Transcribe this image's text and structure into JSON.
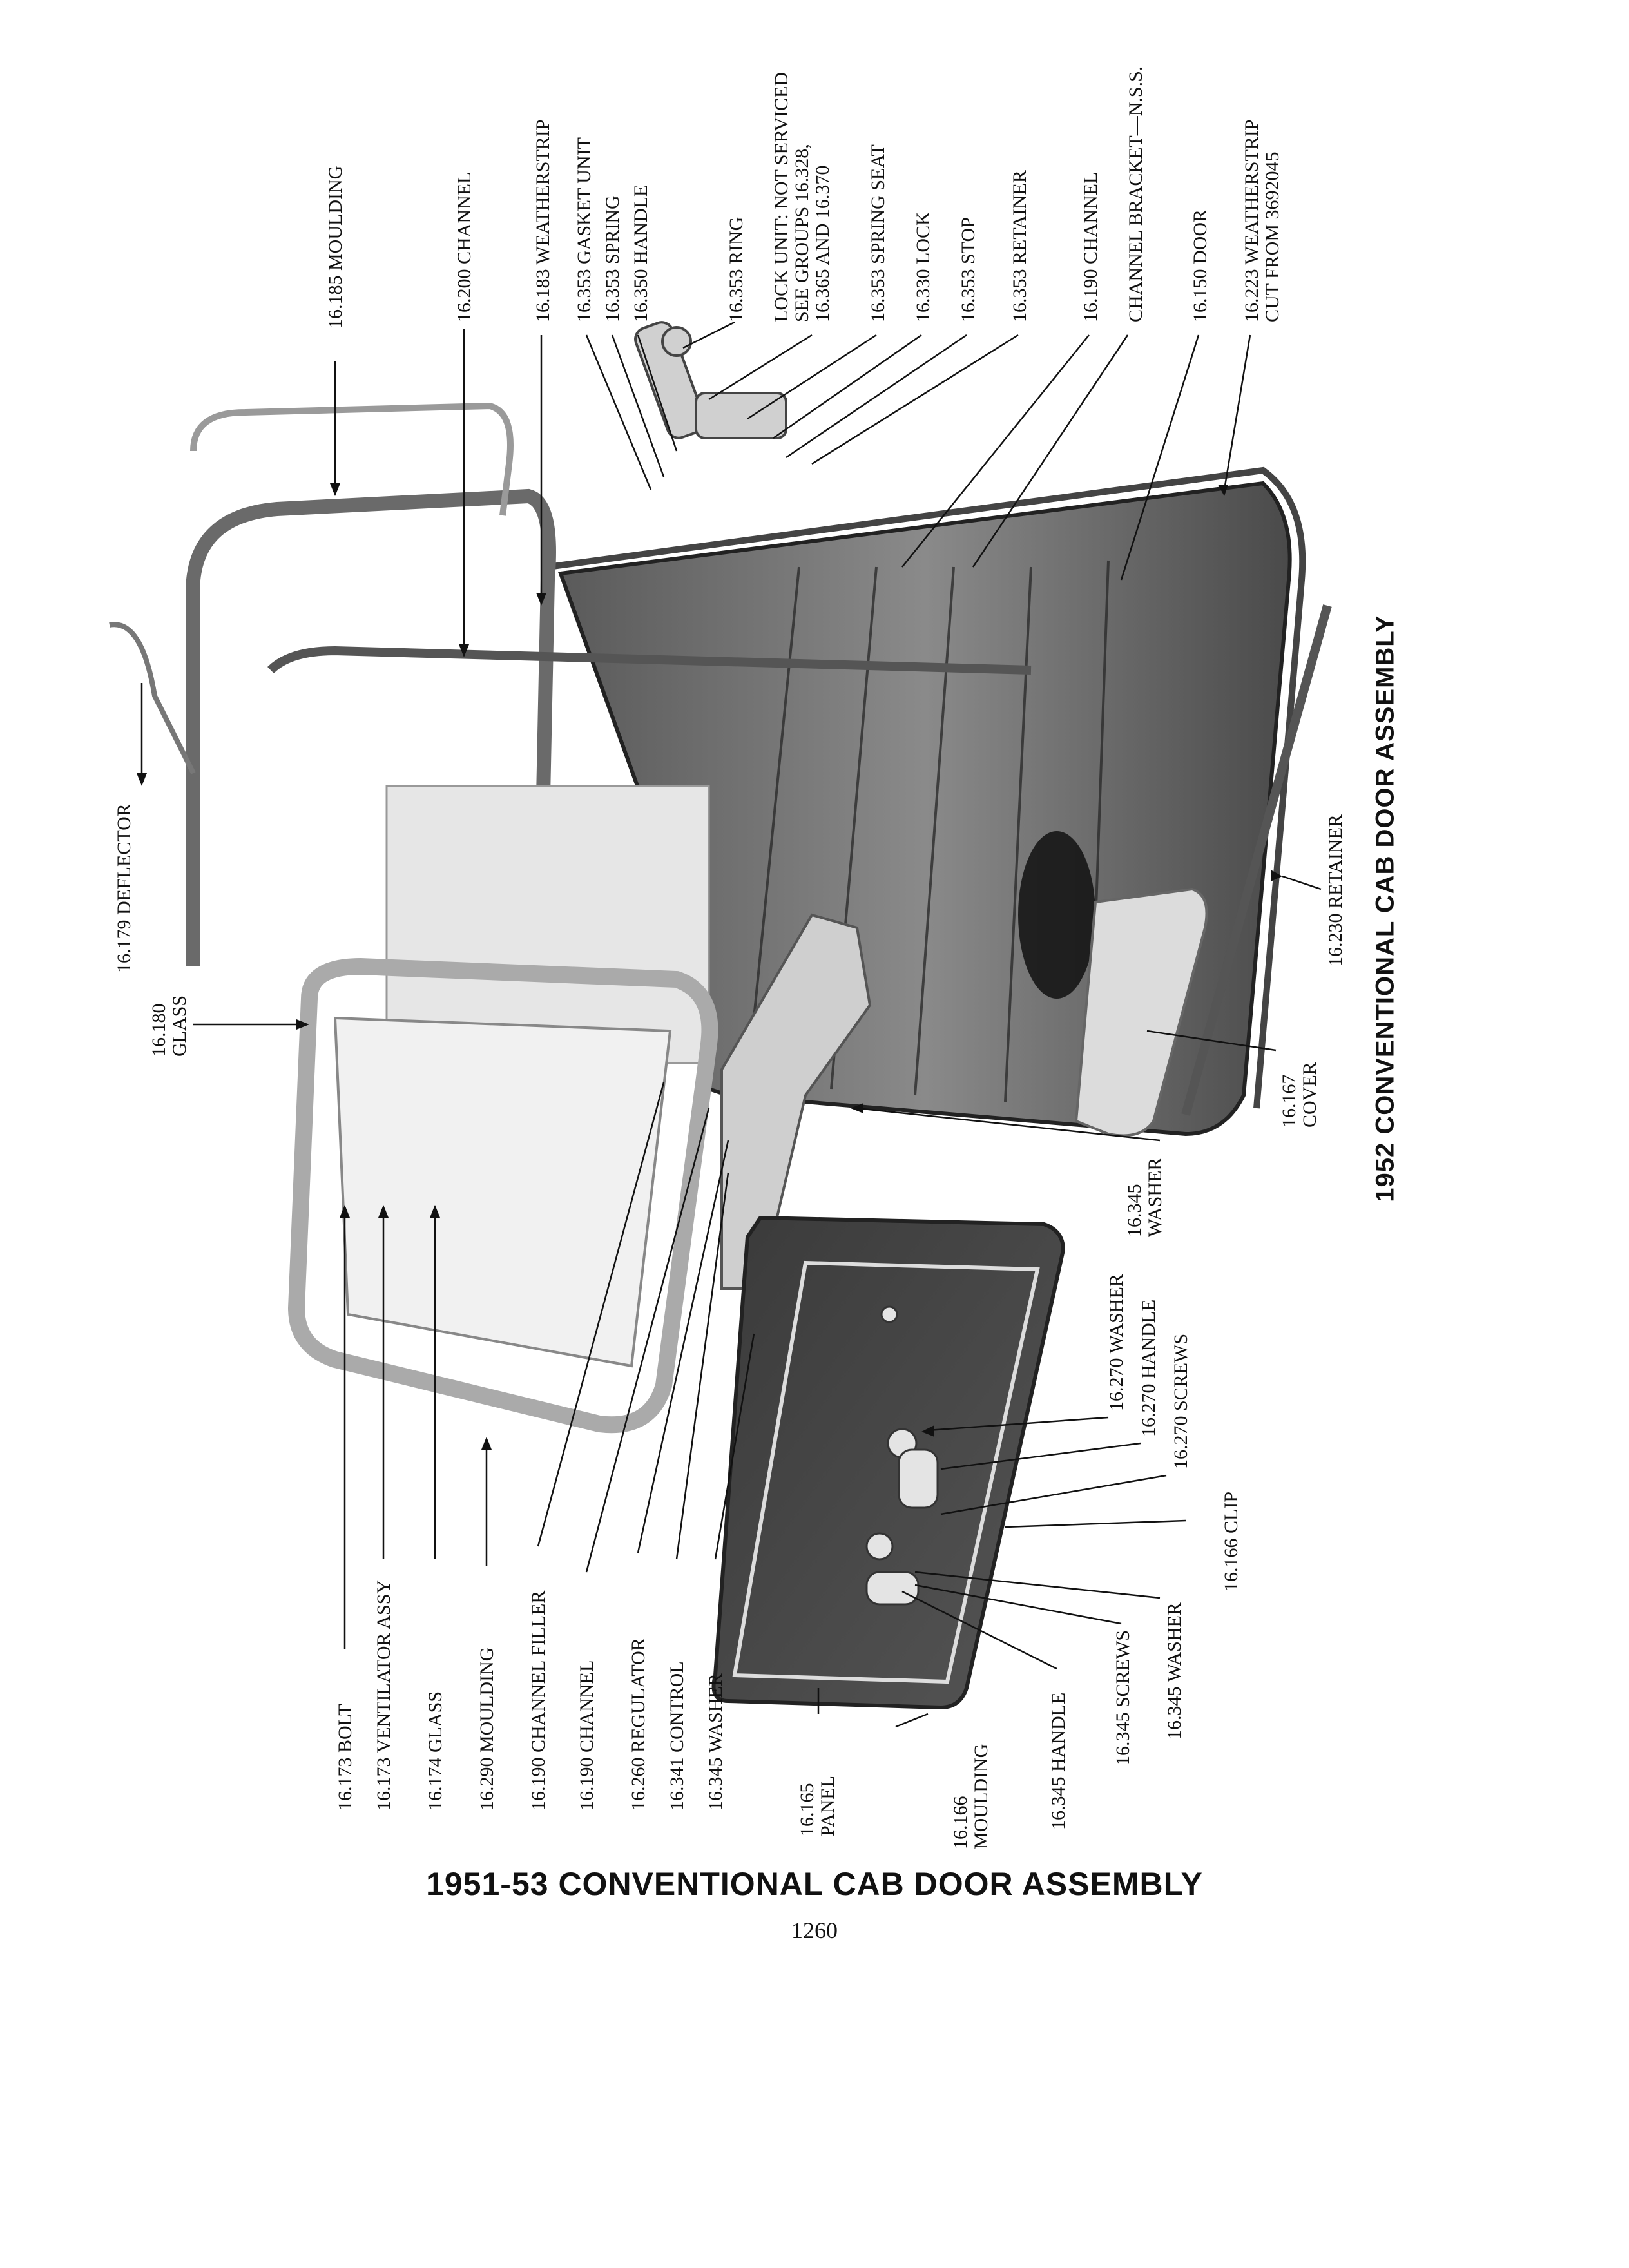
{
  "title": "1951-53 CONVENTIONAL CAB DOOR ASSEMBLY",
  "subtitle": "1952 CONVENTIONAL CAB DOOR ASSEMBLY",
  "page_number": "1260",
  "labels": {
    "deflector": [
      "16.179 DEFLECTOR"
    ],
    "glass_180": [
      "16.180",
      "GLASS"
    ],
    "moulding_185": [
      "16.185 MOULDING"
    ],
    "channel_200": [
      "16.200 CHANNEL"
    ],
    "weatherstrip_183": [
      "16.183 WEATHERSTRIP"
    ],
    "gasket_unit": [
      "16.353 GASKET UNIT"
    ],
    "spring_353": [
      "16.353 SPRING"
    ],
    "handle_350": [
      "16.350 HANDLE"
    ],
    "ring_353": [
      "16.353 RING"
    ],
    "lock_unit": [
      "LOCK UNIT: NOT SERVICED",
      "SEE GROUPS 16.328,",
      "16.365 AND 16.370"
    ],
    "spring_seat": [
      "16.353 SPRING SEAT"
    ],
    "lock_330": [
      "16.330 LOCK"
    ],
    "stop_353": [
      "16.353 STOP"
    ],
    "retainer_353": [
      "16.353 RETAINER"
    ],
    "channel_190_top": [
      "16.190 CHANNEL"
    ],
    "channel_bracket": [
      "CHANNEL BRACKET—N.S.S."
    ],
    "door_150": [
      "16.150 DOOR"
    ],
    "weatherstrip_223": [
      "16.223 WEATHERSTRIP",
      "CUT FROM 3692045"
    ],
    "retainer_230": [
      "16.230 RETAINER"
    ],
    "cover_167": [
      "16.167",
      "COVER"
    ],
    "washer_345_mid": [
      "16.345",
      "WASHER"
    ],
    "washer_270": [
      "16.270 WASHER"
    ],
    "handle_270": [
      "16.270 HANDLE"
    ],
    "screws_270": [
      "16.270 SCREWS"
    ],
    "clip_166": [
      "16.166 CLIP"
    ],
    "washer_345_right": [
      "16.345 WASHER"
    ],
    "screws_345": [
      "16.345 SCREWS"
    ],
    "handle_345": [
      "16.345 HANDLE"
    ],
    "moulding_166": [
      "16.166",
      "MOULDING"
    ],
    "panel_165": [
      "16.165",
      "PANEL"
    ],
    "bolt_173": [
      "16.173 BOLT"
    ],
    "ventilator_173": [
      "16.173 VENTILATOR ASSY"
    ],
    "glass_174": [
      "16.174 GLASS"
    ],
    "moulding_290": [
      "16.290 MOULDING"
    ],
    "channel_filler_190": [
      "16.190 CHANNEL FILLER"
    ],
    "channel_190_bottom": [
      "16.190 CHANNEL"
    ],
    "regulator_260": [
      "16.260 REGULATOR"
    ],
    "control_341": [
      "16.341 CONTROL"
    ],
    "washer_345_left": [
      "16.345 WASHER"
    ]
  }
}
